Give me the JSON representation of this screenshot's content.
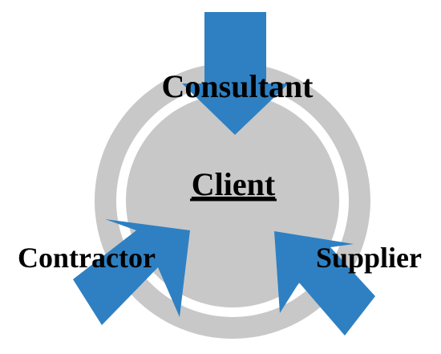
{
  "center": {
    "label": "Client"
  },
  "nodes": {
    "top": {
      "label": "Consultant"
    },
    "left": {
      "label": "Contractor"
    },
    "right": {
      "label": "Supplier"
    }
  },
  "colors": {
    "ring": "#c8c8c8",
    "arrow": "#2e80c2",
    "text": "#000000",
    "background": "#ffffff"
  },
  "icons": {
    "arrows": "arrow-icon"
  }
}
